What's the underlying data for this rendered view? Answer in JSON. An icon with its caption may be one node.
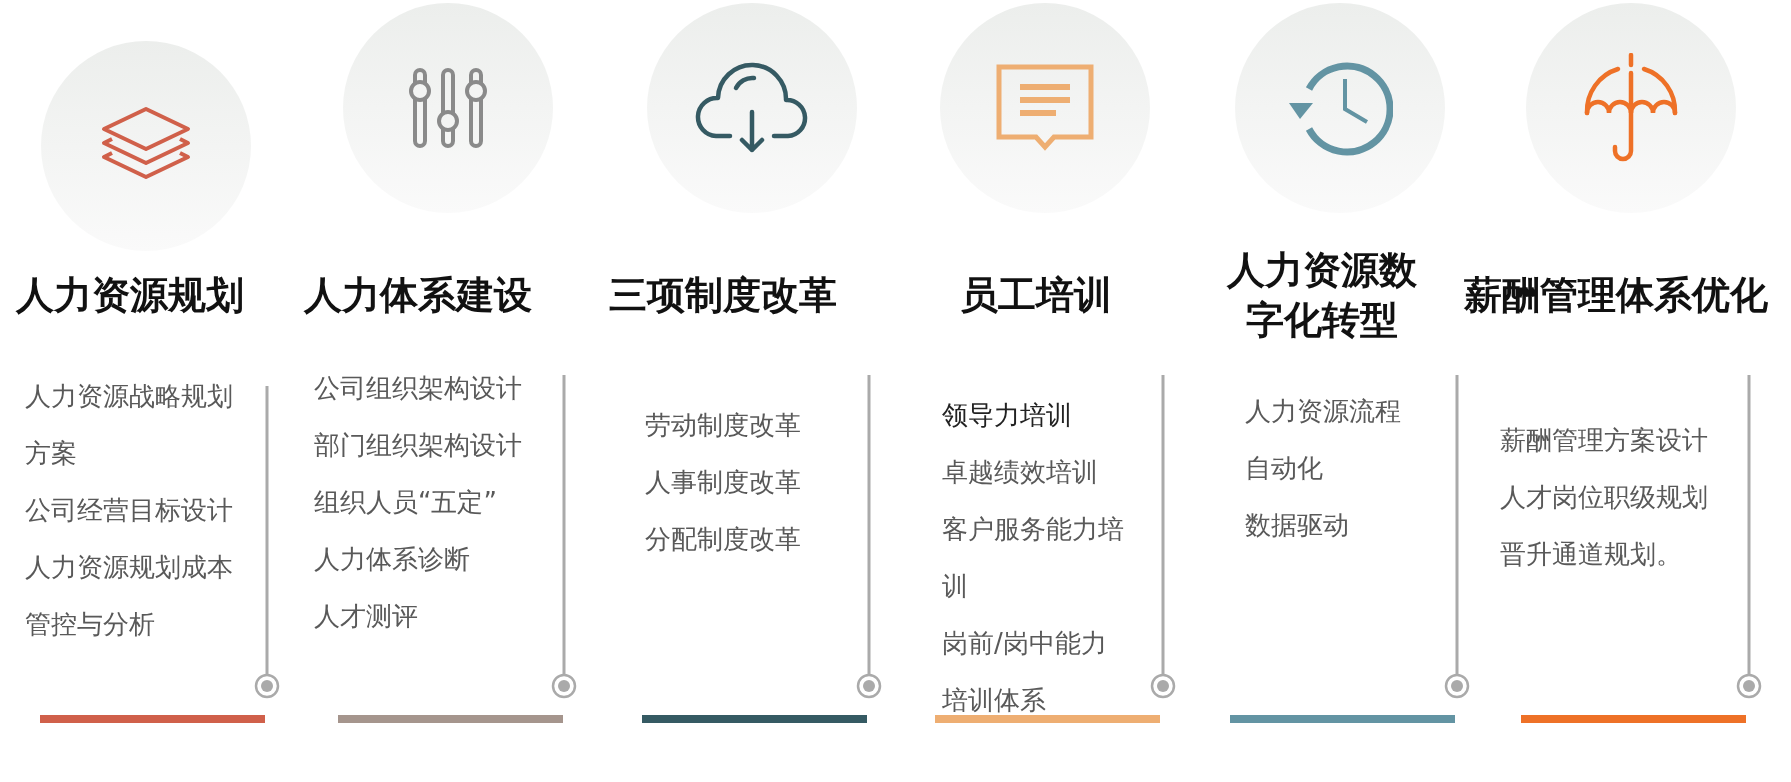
{
  "diagram": {
    "nodes": [
      {
        "text": [
          "人力资源规划",
          "人力资源战略规划方案",
          "公司经营目标设计",
          "人力资源规划成本管控与分析"
        ]
      },
      {
        "text": [
          "人力体系建设",
          "公司组织架构设计",
          "部门组织架构设计",
          "组织人员“五定”",
          "人力体系诊断",
          "人才测评"
        ]
      },
      {
        "text": [
          "三项制度改革",
          "劳动制度改革",
          "人事制度改革",
          "分配制度改革"
        ]
      },
      {
        "text": [
          "员工培训",
          "领导力培训",
          "卓越绩效培训",
          "客户服务能力培训",
          "岗前/岗中能力培训体系"
        ]
      },
      {
        "text": [
          "人力资源数字化转型",
          "人力资源流程自动化",
          "数据驱动"
        ]
      },
      {
        "text": [
          "薪酬管理体系优化",
          "薪酬管理方案设计",
          "人才岗位职级规划",
          "晋升通道规划。"
        ]
      }
    ]
  }
}
